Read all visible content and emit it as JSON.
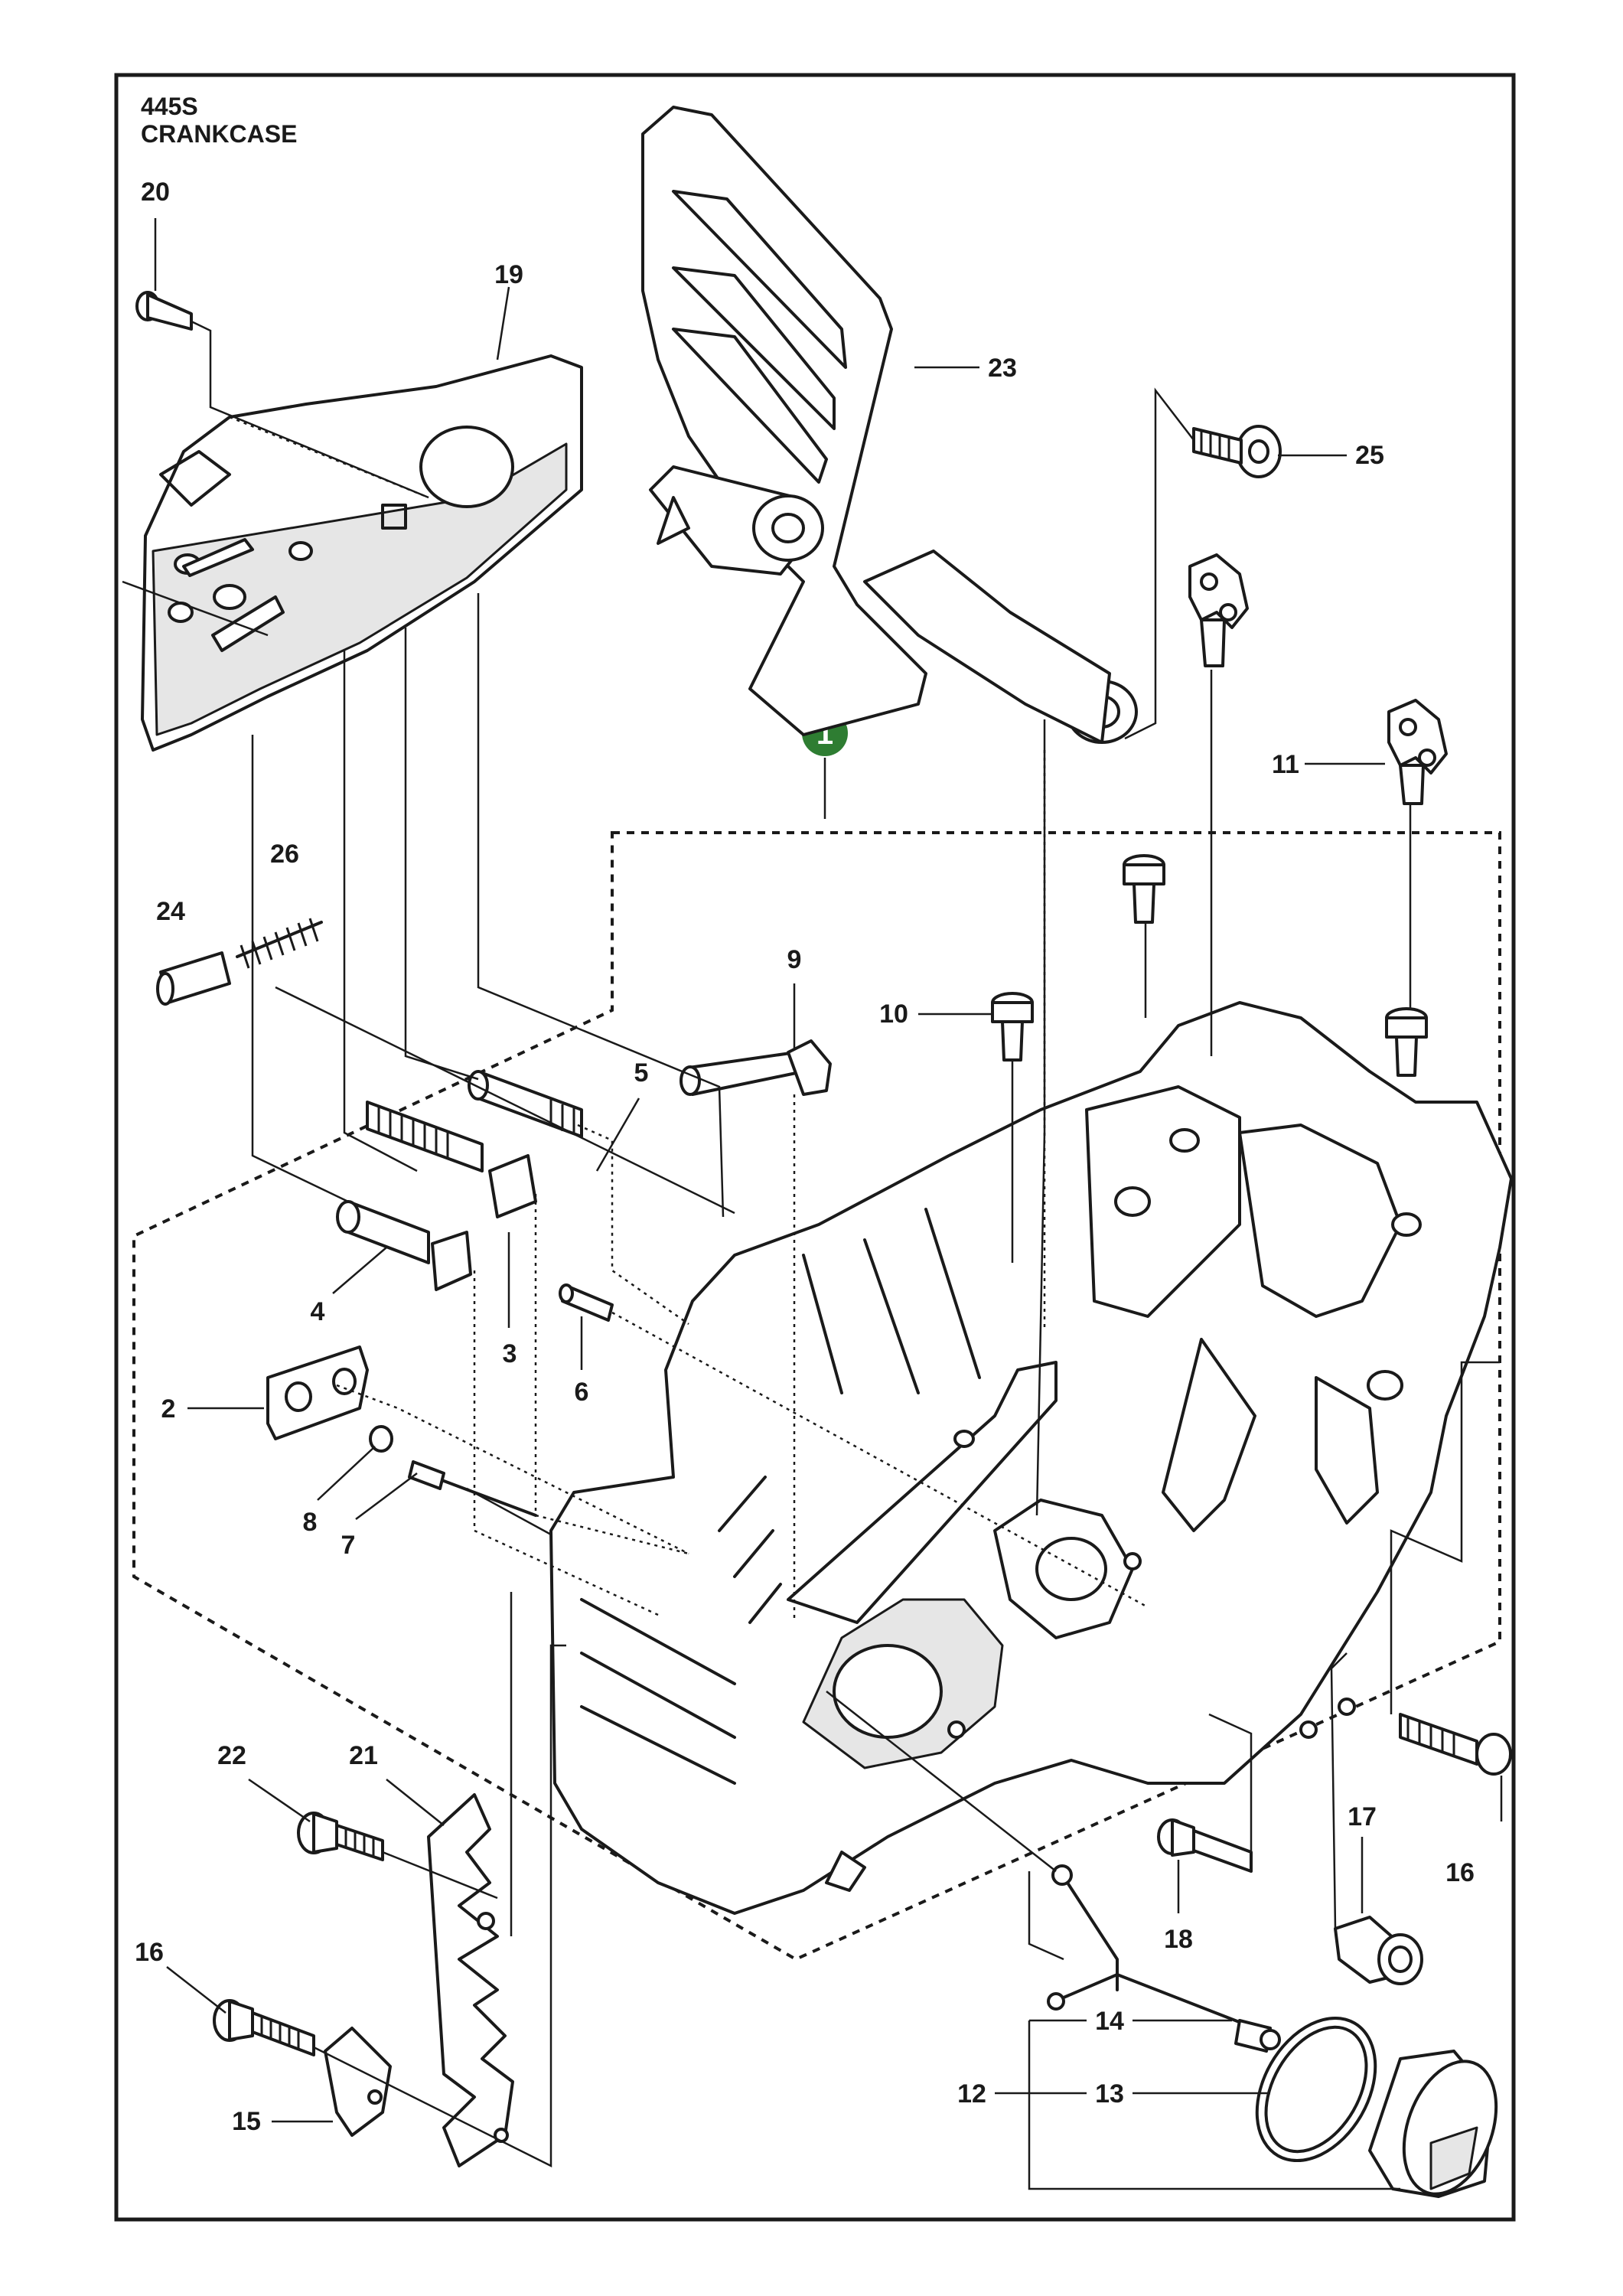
{
  "header": {
    "model": "445S",
    "section": "CRANKCASE"
  },
  "accent_color": "#2e7d32",
  "assembly_badge": "1",
  "callouts": {
    "c2": "2",
    "c3": "3",
    "c4": "4",
    "c5": "5",
    "c6": "6",
    "c7": "7",
    "c8": "8",
    "c9": "9",
    "c10": "10",
    "c11": "11",
    "c12": "12",
    "c13": "13",
    "c14": "14",
    "c15": "15",
    "c16a": "16",
    "c16b": "16",
    "c17": "17",
    "c18": "18",
    "c19": "19",
    "c20": "20",
    "c21": "21",
    "c22": "22",
    "c23": "23",
    "c24": "24",
    "c25": "25",
    "c26": "26"
  }
}
